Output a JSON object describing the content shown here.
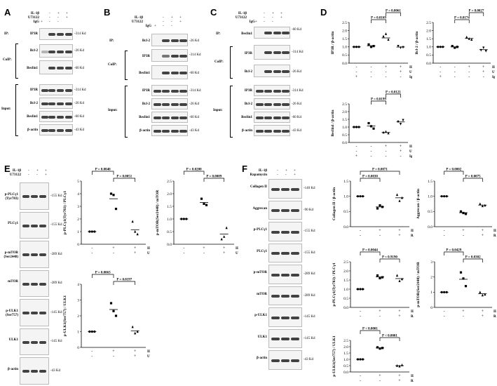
{
  "panels": {
    "A": {
      "letter": "A",
      "treat": {
        "labels": [
          "IL-1β",
          "U73122",
          "IgG"
        ],
        "signs": [
          [
            "-",
            "+",
            "+"
          ],
          [
            "-",
            "-",
            "+"
          ],
          [
            "+",
            "-",
            "-"
          ]
        ]
      },
      "groups": [
        {
          "label": "IP:",
          "rows": [
            {
              "name": "IP3R",
              "size": "-314 Kd"
            }
          ]
        },
        {
          "label": "CoIP:",
          "rows": [
            {
              "name": "Bcl-2",
              "size": "-26 Kd"
            },
            {
              "name": "Beclin1",
              "size": "-60 Kd"
            }
          ]
        },
        {
          "label": "Input:",
          "rows": [
            {
              "name": "IP3R",
              "size": "-314 Kd"
            },
            {
              "name": "Bcl-2",
              "size": "-26 Kd"
            },
            {
              "name": "Beclin1",
              "size": "-60 Kd"
            },
            {
              "name": "β-actin",
              "size": "-43 Kd"
            }
          ]
        }
      ]
    },
    "B": {
      "letter": "B",
      "treat": {
        "labels": [
          "IL-1β",
          "U73122",
          "IgG"
        ],
        "signs": [
          [
            "-",
            "+",
            "+"
          ],
          [
            "-",
            "-",
            "+"
          ],
          [
            "+",
            "-",
            "-"
          ]
        ]
      },
      "groups": [
        {
          "label": "IP:",
          "rows": [
            {
              "name": "Bcl-2",
              "size": "-26 Kd"
            }
          ]
        },
        {
          "label": "CoIP:",
          "rows": [
            {
              "name": "IP3R",
              "size": "-314 Kd"
            },
            {
              "name": "Beclin1",
              "size": "-60 Kd"
            }
          ]
        },
        {
          "label": "Input:",
          "rows": [
            {
              "name": "IP3R",
              "size": "-314 Kd"
            },
            {
              "name": "Bcl-2",
              "size": "-26 Kd"
            },
            {
              "name": "Beclin1",
              "size": "-60 Kd"
            },
            {
              "name": "β-actin",
              "size": "-43 Kd"
            }
          ]
        }
      ]
    },
    "C": {
      "letter": "C",
      "treat": {
        "labels": [
          "IL-1β",
          "U73122",
          "IgG"
        ],
        "signs": [
          [
            "-",
            "+",
            "+"
          ],
          [
            "-",
            "-",
            "+"
          ],
          [
            "+",
            "-",
            "-"
          ]
        ]
      },
      "groups": [
        {
          "label": "IP:",
          "rows": [
            {
              "name": "Beclin1",
              "size": "-60 Kd"
            }
          ]
        },
        {
          "label": "CoIP:",
          "rows": [
            {
              "name": "IP3R",
              "size": "-314 Kd"
            },
            {
              "name": "Bcl-2",
              "size": "-26 Kd"
            }
          ]
        },
        {
          "label": "Input:",
          "rows": [
            {
              "name": "IP3R",
              "size": "-314 Kd"
            },
            {
              "name": "Bcl-2",
              "size": "-26 Kd"
            },
            {
              "name": "Beclin1",
              "size": "-60 Kd"
            },
            {
              "name": "β-actin",
              "size": "-43 Kd"
            }
          ]
        }
      ]
    },
    "D": {
      "letter": "D"
    },
    "E": {
      "letter": "E",
      "treat": {
        "labels": [
          "IL-1β",
          "U73122"
        ],
        "signs": [
          [
            "-",
            "+",
            "+"
          ],
          [
            "-",
            "-",
            "+"
          ]
        ]
      },
      "rows": [
        {
          "name": "p-PLCγ1\n(Tyr783)",
          "size": "-155 Kd"
        },
        {
          "name": "PLCγ1",
          "size": "-155 Kd"
        },
        {
          "name": "p-mTOR\n(Ser2448)",
          "size": "-289 Kd"
        },
        {
          "name": "mTOR",
          "size": "-289 Kd"
        },
        {
          "name": "p-ULK1\n(Ser757)",
          "size": "-145 Kd"
        },
        {
          "name": "ULK1",
          "size": "-145 Kd"
        },
        {
          "name": "β-actin",
          "size": "-43 Kd"
        }
      ]
    },
    "F": {
      "letter": "F",
      "treat": {
        "labels": [
          "IL-1β",
          "Rapamycin"
        ],
        "signs": [
          [
            "-",
            "+",
            "+"
          ],
          [
            "-",
            "-",
            "+"
          ]
        ]
      },
      "rows": [
        {
          "name": "Collagen II",
          "size": "-140 Kd"
        },
        {
          "name": "Aggrecan",
          "size": "-90 Kd"
        },
        {
          "name": "p-PLCγ1",
          "size": "-155 Kd"
        },
        {
          "name": "PLCγ1",
          "size": "-155 Kd"
        },
        {
          "name": "p-mTOR",
          "size": "-289 Kd"
        },
        {
          "name": "mTOR",
          "size": "-289 Kd"
        },
        {
          "name": "p-ULK1",
          "size": "-145 Kd"
        },
        {
          "name": "ULK1",
          "size": "-145 Kd"
        },
        {
          "name": "β-actin",
          "size": "-43 Kd"
        }
      ]
    }
  },
  "chart_data": [
    {
      "id": "D1",
      "type": "scatter",
      "ylabel": "IP3R / β-actin",
      "ylim": [
        0,
        2.5
      ],
      "yticks": [
        "0.0",
        "0.5",
        "1.0",
        "1.5",
        "2.0",
        "2.5"
      ],
      "xrows": [
        {
          "label": "IL-1β",
          "signs": [
            "-",
            "-",
            "+",
            "+"
          ]
        },
        {
          "label": "U73122",
          "signs": [
            "-",
            "-",
            "-",
            "+"
          ]
        },
        {
          "label": "IgG",
          "signs": [
            "+",
            "-",
            "-",
            "-"
          ]
        }
      ],
      "groups": [
        [
          1,
          1,
          1
        ],
        [
          1.15,
          1.0,
          1.05
        ],
        [
          1.65,
          1.8,
          1.45
        ],
        [
          1.05,
          0.95,
          0.98
        ]
      ],
      "means": [
        1.0,
        1.07,
        1.55,
        0.99
      ],
      "pvalues": [
        {
          "from": 1,
          "to": 2,
          "text": "P = 0.0169",
          "level": 0
        },
        {
          "from": 2,
          "to": 3,
          "text": "P = 0.0061",
          "level": 1
        }
      ]
    },
    {
      "id": "D2",
      "type": "scatter",
      "ylabel": "Bcl-2 / β-actin",
      "ylim": [
        0,
        2.5
      ],
      "yticks": [
        "0.0",
        "0.5",
        "1.0",
        "1.5",
        "2.0",
        "2.5"
      ],
      "xrows": [
        {
          "label": "IL-1β",
          "signs": [
            "-",
            "-",
            "+",
            "+"
          ]
        },
        {
          "label": "U73122",
          "signs": [
            "-",
            "-",
            "-",
            "+"
          ]
        },
        {
          "label": "IgG",
          "signs": [
            "+",
            "-",
            "-",
            "-"
          ]
        }
      ],
      "groups": [
        [
          1,
          1,
          1
        ],
        [
          1.05,
          0.95,
          1.0
        ],
        [
          1.6,
          1.5,
          1.45
        ],
        [
          0.8,
          0.95,
          0.75
        ]
      ],
      "means": [
        1.0,
        1.0,
        1.52,
        0.83
      ],
      "pvalues": [
        {
          "from": 1,
          "to": 2,
          "text": "P = 0.0174",
          "level": 0
        },
        {
          "from": 2,
          "to": 3,
          "text": "P = 0.0027",
          "level": 1
        }
      ]
    },
    {
      "id": "D3",
      "type": "scatter",
      "ylabel": "Beclin1 / β-actin",
      "ylim": [
        0,
        2.5
      ],
      "yticks": [
        "0.0",
        "0.5",
        "1.0",
        "1.5",
        "2.0",
        "2.5"
      ],
      "xrows": [
        {
          "label": "IL-1β",
          "signs": [
            "-",
            "-",
            "+",
            "+"
          ]
        },
        {
          "label": "U73122",
          "signs": [
            "-",
            "-",
            "-",
            "+"
          ]
        },
        {
          "label": "IgG",
          "signs": [
            "+",
            "-",
            "-",
            "-"
          ]
        }
      ],
      "groups": [
        [
          1,
          1,
          1
        ],
        [
          1.25,
          1.05,
          0.9
        ],
        [
          0.65,
          0.7,
          0.6
        ],
        [
          1.35,
          1.2,
          1.45
        ]
      ],
      "means": [
        1.0,
        1.07,
        0.65,
        1.33
      ],
      "pvalues": [
        {
          "from": 1,
          "to": 2,
          "text": "P = 0.0199",
          "level": 0
        },
        {
          "from": 2,
          "to": 3,
          "text": "P = 0.0121",
          "level": 1
        }
      ]
    },
    {
      "id": "E1",
      "type": "scatter",
      "ylabel": "p-PLCγ1(Tyr783) / PLCγ1",
      "ylim": [
        0,
        5
      ],
      "yticks": [
        "0",
        "1",
        "2",
        "3",
        "4",
        "5"
      ],
      "xrows": [
        {
          "label": "IL-1β",
          "signs": [
            "-",
            "+",
            "+"
          ]
        },
        {
          "label": "U73122",
          "signs": [
            "-",
            "-",
            "+"
          ]
        }
      ],
      "groups": [
        [
          1,
          1,
          1
        ],
        [
          4.0,
          3.9,
          2.8
        ],
        [
          1.8,
          1.0,
          0.8
        ]
      ],
      "means": [
        1.0,
        3.6,
        1.15
      ],
      "pvalues": [
        {
          "from": 0,
          "to": 1,
          "text": "P = 0.0040",
          "level": 1
        },
        {
          "from": 1,
          "to": 2,
          "text": "P = 0.0051",
          "level": 0
        }
      ]
    },
    {
      "id": "E2",
      "type": "scatter",
      "ylabel": "p-mTOR(Ser2448) / mTOR",
      "ylim": [
        0,
        2.5
      ],
      "yticks": [
        "0.0",
        "0.5",
        "1.0",
        "1.5",
        "2.0",
        "2.5"
      ],
      "xrows": [
        {
          "label": "IL-1β",
          "signs": [
            "-",
            "+",
            "+"
          ]
        },
        {
          "label": "U73122",
          "signs": [
            "-",
            "-",
            "+"
          ]
        }
      ],
      "groups": [
        [
          1,
          1,
          1
        ],
        [
          1.8,
          1.6,
          1.55
        ],
        [
          0.2,
          0.3,
          0.65
        ]
      ],
      "means": [
        1.0,
        1.65,
        0.4
      ],
      "pvalues": [
        {
          "from": 0,
          "to": 1,
          "text": "P = 0.0200",
          "level": 1
        },
        {
          "from": 1,
          "to": 2,
          "text": "P = 0.0009",
          "level": 0
        }
      ]
    },
    {
      "id": "E3",
      "type": "scatter",
      "ylabel": "p-ULK1(Ser757) / ULK1",
      "ylim": [
        0,
        4
      ],
      "yticks": [
        "0",
        "1",
        "2",
        "3",
        "4"
      ],
      "xrows": [
        {
          "label": "IL-1β",
          "signs": [
            "-",
            "+",
            "+"
          ]
        },
        {
          "label": "U73122",
          "signs": [
            "-",
            "-",
            "+"
          ]
        }
      ],
      "groups": [
        [
          1,
          1,
          1
        ],
        [
          2.8,
          2.3,
          2.0
        ],
        [
          1.3,
          0.9,
          1.0
        ]
      ],
      "means": [
        1.0,
        2.4,
        1.05
      ],
      "pvalues": [
        {
          "from": 0,
          "to": 1,
          "text": "P = 0.0063",
          "level": 1
        },
        {
          "from": 1,
          "to": 2,
          "text": "P = 0.0197",
          "level": 0
        }
      ]
    },
    {
      "id": "F1",
      "type": "scatter",
      "ylabel": "Collagen II / β-actin",
      "ylim": [
        0,
        1.5
      ],
      "yticks": [
        "0.0",
        "0.5",
        "1.0",
        "1.5"
      ],
      "xrows": [
        {
          "label": "IL-1β",
          "signs": [
            "-",
            "+",
            "+"
          ]
        },
        {
          "label": "Rapamycin",
          "signs": [
            "-",
            "-",
            "+"
          ]
        }
      ],
      "groups": [
        [
          1,
          1,
          1
        ],
        [
          0.6,
          0.7,
          0.65
        ],
        [
          1.05,
          0.85,
          0.95
        ]
      ],
      "means": [
        1.0,
        0.65,
        0.95
      ],
      "pvalues": [
        {
          "from": 0,
          "to": 1,
          "text": "P = 0.0030",
          "level": 0
        },
        {
          "from": 0,
          "to": 2,
          "text": "P = 0.0071",
          "level": 1
        }
      ]
    },
    {
      "id": "F2",
      "type": "scatter",
      "ylabel": "Aggrecan / β-actin",
      "ylim": [
        0,
        1.5
      ],
      "yticks": [
        "0.0",
        "0.5",
        "1.0",
        "1.5"
      ],
      "xrows": [
        {
          "label": "IL-1β",
          "signs": [
            "-",
            "+",
            "+"
          ]
        },
        {
          "label": "Rapamycin",
          "signs": [
            "-",
            "-",
            "+"
          ]
        }
      ],
      "groups": [
        [
          1,
          1,
          1
        ],
        [
          0.5,
          0.45,
          0.42
        ],
        [
          0.75,
          0.68,
          0.7
        ]
      ],
      "means": [
        1.0,
        0.46,
        0.71
      ],
      "pvalues": [
        {
          "from": 0,
          "to": 1,
          "text": "P = 0.0002",
          "level": 1
        },
        {
          "from": 1,
          "to": 2,
          "text": "P = 0.0075",
          "level": 0
        }
      ]
    },
    {
      "id": "F3",
      "type": "scatter",
      "ylabel": "p-PLCγ1(Tyr783) / PLCγ1",
      "ylim": [
        0,
        2.5
      ],
      "yticks": [
        "0.0",
        "0.5",
        "1.0",
        "1.5",
        "2.0",
        "2.5"
      ],
      "xrows": [
        {
          "label": "IL-1β",
          "signs": [
            "-",
            "+",
            "+"
          ]
        },
        {
          "label": "Rapamycin",
          "signs": [
            "-",
            "-",
            "+"
          ]
        }
      ],
      "groups": [
        [
          1,
          1,
          1
        ],
        [
          1.75,
          1.6,
          1.65
        ],
        [
          1.75,
          1.45,
          1.55
        ]
      ],
      "means": [
        1.0,
        1.67,
        1.58
      ],
      "pvalues": [
        {
          "from": 0,
          "to": 1,
          "text": "P = 0.0044",
          "level": 1
        },
        {
          "from": 1,
          "to": 2,
          "text": "P = 0.9190",
          "level": 0
        }
      ]
    },
    {
      "id": "F4",
      "type": "scatter",
      "ylabel": "p-mTOR(Ser2448) / mTOR",
      "ylim": [
        0,
        3
      ],
      "yticks": [
        "0",
        "1",
        "2",
        "3"
      ],
      "xrows": [
        {
          "label": "IL-1β",
          "signs": [
            "-",
            "+",
            "+"
          ]
        },
        {
          "label": "Rapamycin",
          "signs": [
            "-",
            "-",
            "+"
          ]
        }
      ],
      "groups": [
        [
          1,
          1,
          1
        ],
        [
          2.3,
          1.9,
          1.4
        ],
        [
          1.0,
          0.8,
          0.85
        ]
      ],
      "means": [
        1.0,
        1.85,
        0.9
      ],
      "pvalues": [
        {
          "from": 0,
          "to": 1,
          "text": "P = 0.0429",
          "level": 1
        },
        {
          "from": 1,
          "to": 2,
          "text": "P = 0.0302",
          "level": 0
        }
      ]
    },
    {
      "id": "F5",
      "type": "scatter",
      "ylabel": "p-ULK1(Ser757) / ULK1",
      "ylim": [
        0,
        2.5
      ],
      "yticks": [
        "0.0",
        "0.5",
        "1.0",
        "1.5",
        "2.0",
        "2.5"
      ],
      "xrows": [
        {
          "label": "IL-1β",
          "signs": [
            "-",
            "+",
            "+"
          ]
        },
        {
          "label": "Rapamycin",
          "signs": [
            "-",
            "-",
            "+"
          ]
        }
      ],
      "groups": [
        [
          1,
          1,
          1
        ],
        [
          1.95,
          1.85,
          1.9
        ],
        [
          0.5,
          0.45,
          0.55
        ]
      ],
      "means": [
        1.0,
        1.9,
        0.5
      ],
      "pvalues": [
        {
          "from": 0,
          "to": 1,
          "text": "P < 0.0001",
          "level": 1
        },
        {
          "from": 1,
          "to": 2,
          "text": "P < 0.0001",
          "level": 0
        }
      ]
    }
  ]
}
